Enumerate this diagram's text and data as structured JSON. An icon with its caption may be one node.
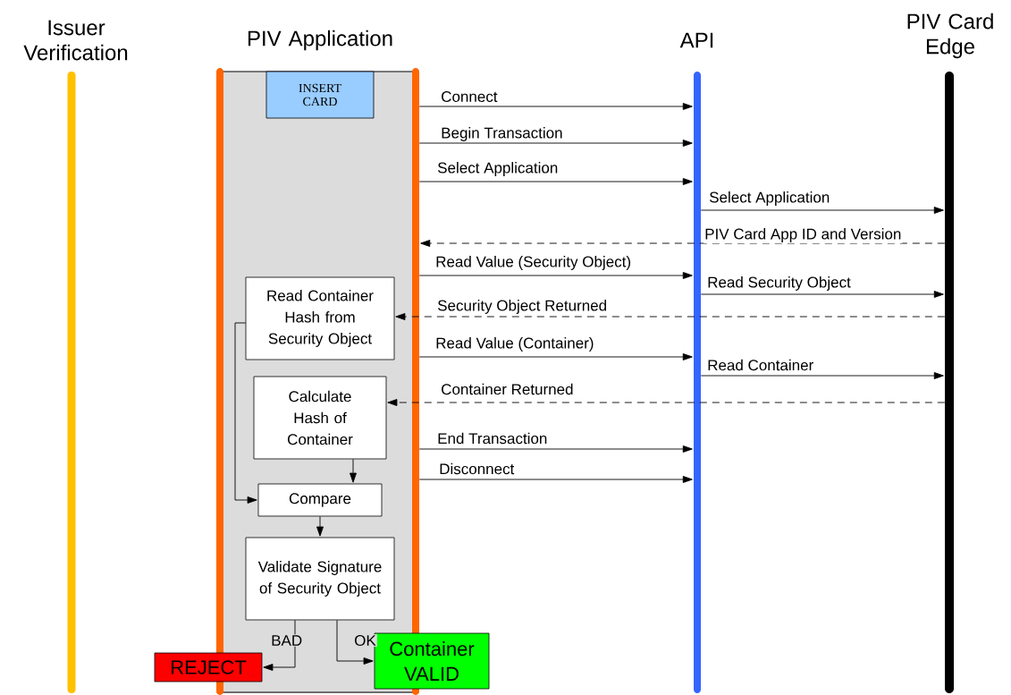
{
  "diagram": {
    "nodes": [
      {
        "text": [
          "Issuer Verification"
        ]
      },
      {
        "text": [
          "PIV Application"
        ]
      },
      {
        "text": [
          "API"
        ]
      },
      {
        "text": [
          "PIV Card Edge"
        ]
      },
      {
        "text": [
          "INSERT CARD"
        ],
        "in": 1
      },
      {
        "text": [
          "Read Container Hash from Security Object"
        ],
        "in": 1
      },
      {
        "text": [
          "Calculate Hash of Container"
        ],
        "in": 1
      },
      {
        "text": [
          "Compare"
        ],
        "in": 1
      },
      {
        "text": [
          "Validate Signature of Security Object"
        ],
        "in": 1
      },
      {
        "text": [
          "REJECT"
        ]
      },
      {
        "text": [
          "Container VALID"
        ]
      }
    ],
    "edges": [
      {
        "from": 1,
        "to": 2,
        "arrow": "to",
        "label": "Connect"
      },
      {
        "from": 1,
        "to": 2,
        "arrow": "to",
        "label": "Begin Transaction"
      },
      {
        "from": 1,
        "to": 2,
        "arrow": "to",
        "label": "Select Application"
      },
      {
        "from": 2,
        "to": 3,
        "arrow": "to",
        "label": "Select Application"
      },
      {
        "from": 3,
        "to": 1,
        "arrow": "to",
        "label": "PIV Card App ID and Version",
        "style": "dashed"
      },
      {
        "from": 1,
        "to": 2,
        "arrow": "to",
        "label": "Read Value (Security Object)"
      },
      {
        "from": 2,
        "to": 3,
        "arrow": "to",
        "label": "Read Security Object"
      },
      {
        "from": 3,
        "to": 5,
        "arrow": "to",
        "label": "Security Object Returned",
        "style": "dashed"
      },
      {
        "from": 1,
        "to": 2,
        "arrow": "to",
        "label": "Read Value (Container)"
      },
      {
        "from": 2,
        "to": 3,
        "arrow": "to",
        "label": "Read Container"
      },
      {
        "from": 3,
        "to": 6,
        "arrow": "to",
        "label": "Container Returned",
        "style": "dashed"
      },
      {
        "from": 1,
        "to": 2,
        "arrow": "to",
        "label": "End Transaction"
      },
      {
        "from": 1,
        "to": 2,
        "arrow": "to",
        "label": "Disconnect"
      },
      {
        "from": 6,
        "to": 7,
        "arrow": "to"
      },
      {
        "from": 5,
        "to": 7,
        "arrow": "to"
      },
      {
        "from": 7,
        "to": 8,
        "arrow": "to"
      },
      {
        "from": 8,
        "to": 9,
        "arrow": "to",
        "label": "BAD"
      },
      {
        "from": 8,
        "to": 10,
        "arrow": "to",
        "label": "OK"
      }
    ]
  }
}
